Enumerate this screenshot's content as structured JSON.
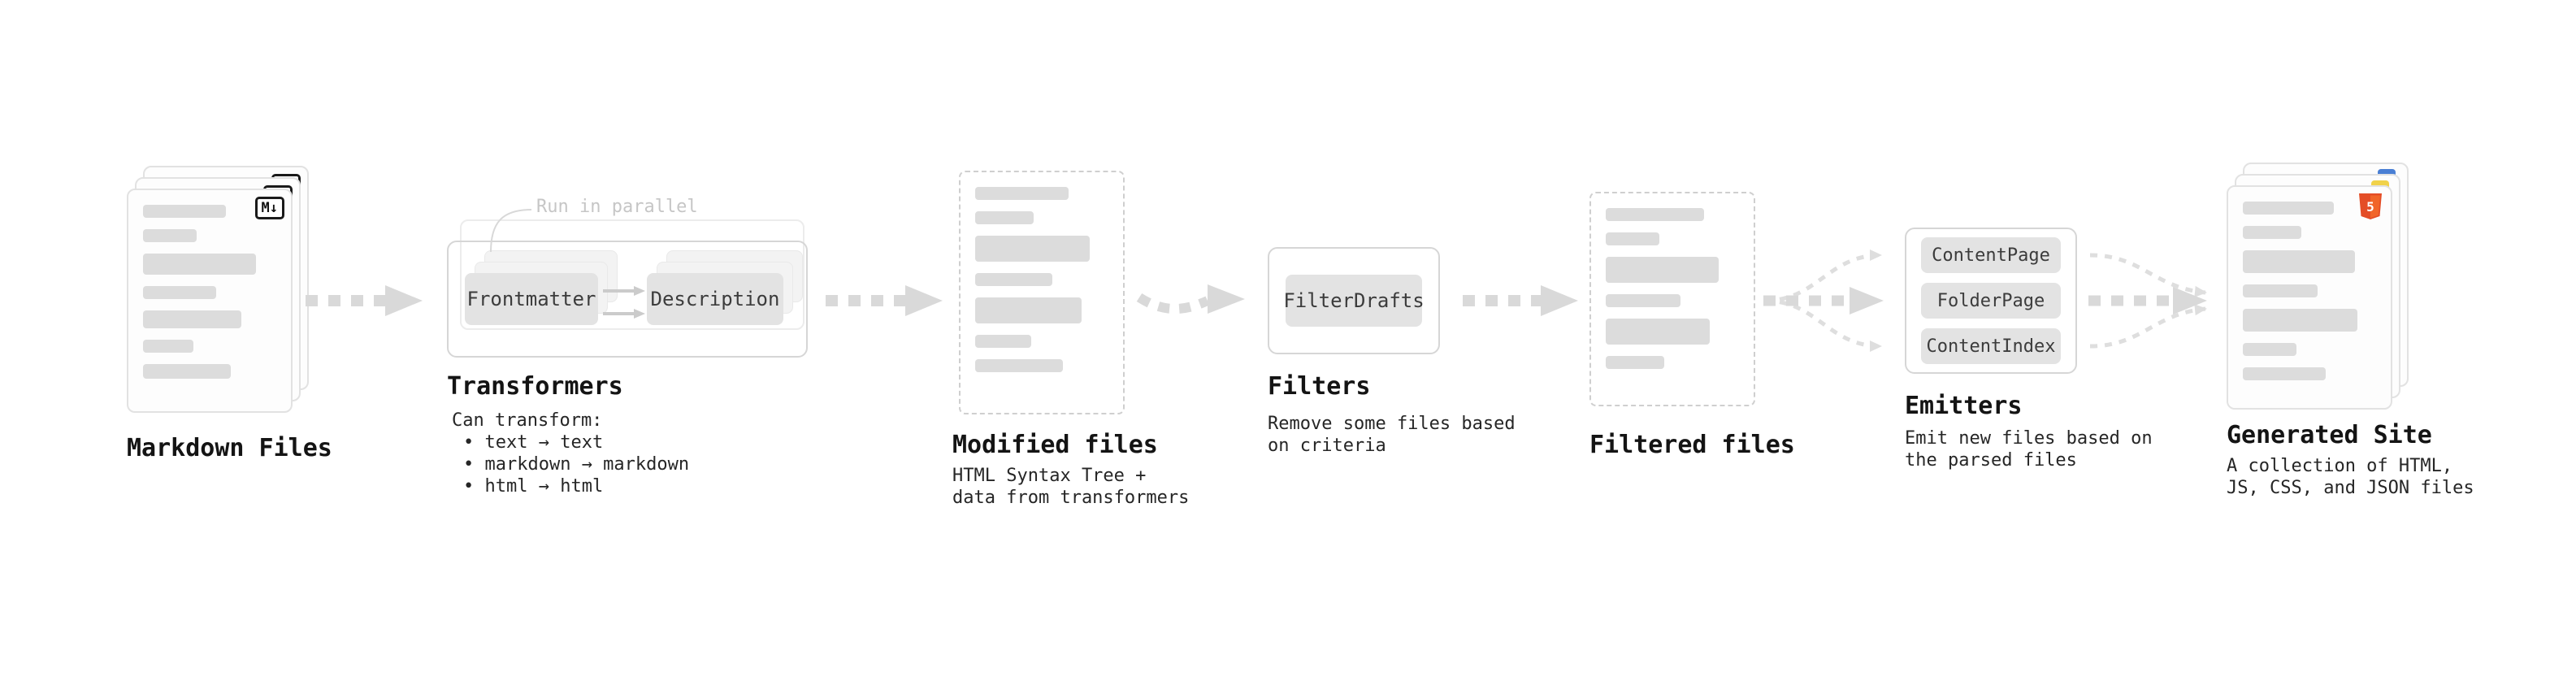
{
  "icons": {
    "markdown_badge": "M↓",
    "html5_badge": "5"
  },
  "stages": {
    "markdown_files": {
      "title": "Markdown Files"
    },
    "transformers": {
      "title": "Transformers",
      "parallel_label": "Run in parallel",
      "box_a": "Frontmatter",
      "box_b": "Description",
      "lines": [
        "Can transform:",
        "• text → text",
        "• markdown → markdown",
        "• html → html"
      ]
    },
    "modified_files": {
      "title": "Modified files",
      "description": "HTML Syntax Tree +\ndata from transformers"
    },
    "filters": {
      "title": "Filters",
      "box": "FilterDrafts",
      "description": "Remove some files based\non criteria"
    },
    "filtered_files": {
      "title": "Filtered files"
    },
    "emitters": {
      "title": "Emitters",
      "boxes": [
        "ContentPage",
        "FolderPage",
        "ContentIndex"
      ],
      "description": "Emit new files based on\nthe parsed files"
    },
    "generated_site": {
      "title": "Generated Site",
      "description": "A collection of HTML,\nJS, CSS, and JSON files"
    }
  },
  "colors": {
    "arrow": "#d9d9d9",
    "bar": "#dcdcdc",
    "chip_bg": "#e3e3e3",
    "border": "#d6d6d6",
    "html5_orange": "#e44d26",
    "js_yellow": "#f1d24a",
    "css_blue": "#4a7fd4"
  }
}
